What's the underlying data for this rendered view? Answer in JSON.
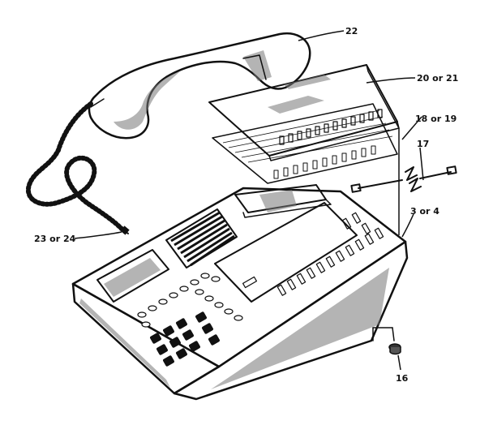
{
  "diagram": {
    "callouts": {
      "handset": "22",
      "cover": "20 or 21",
      "card": "18 or 19",
      "line_cord": "17",
      "coiled_cord": "23 or 24",
      "base": "3 or 4",
      "foot": "16"
    }
  },
  "colors": {
    "ink": "#111111",
    "paper": "#ffffff"
  }
}
